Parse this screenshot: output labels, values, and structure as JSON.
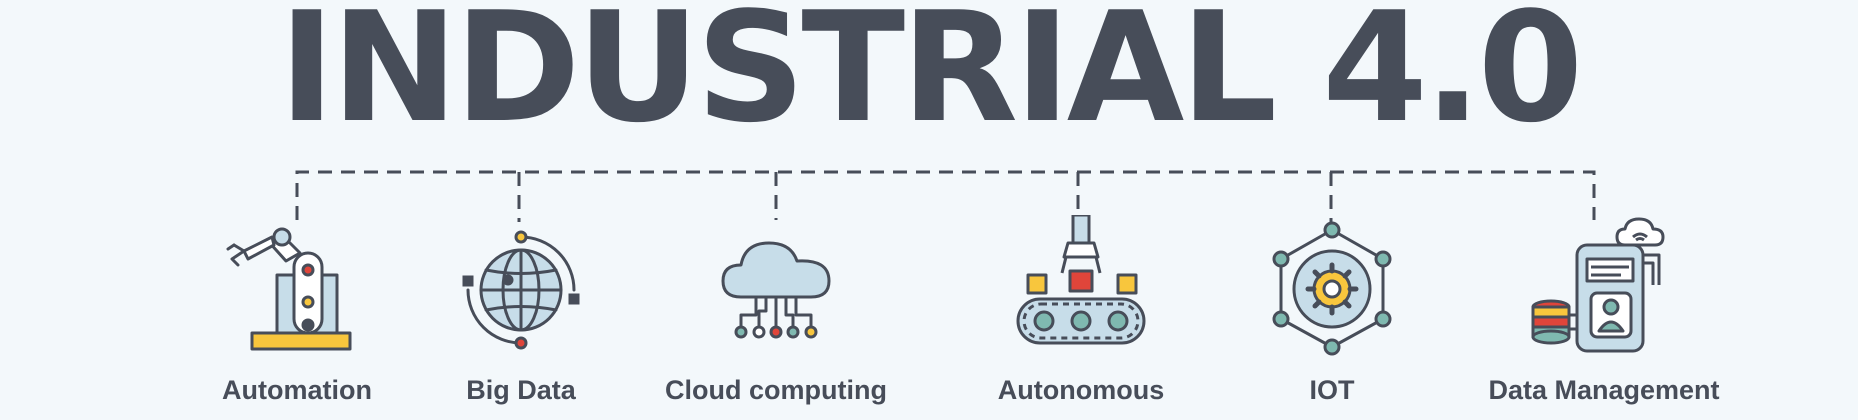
{
  "banner": {
    "title": "INDUSTRIAL 4.0"
  },
  "colors": {
    "background": "#f3f8fb",
    "text": "#474d59",
    "accent_blue": "#c7dde9",
    "accent_yellow": "#f8c63d",
    "accent_red": "#e0453a",
    "accent_teal": "#7fb9b0"
  },
  "items": [
    {
      "label": "Automation",
      "icon": "robot-arm-icon"
    },
    {
      "label": "Big Data",
      "icon": "globe-data-icon"
    },
    {
      "label": "Cloud computing",
      "icon": "cloud-network-icon"
    },
    {
      "label": "Autonomous",
      "icon": "conveyor-gripper-icon"
    },
    {
      "label": "IOT",
      "icon": "gear-network-icon"
    },
    {
      "label": "Data Management",
      "icon": "database-cloud-icon"
    }
  ]
}
